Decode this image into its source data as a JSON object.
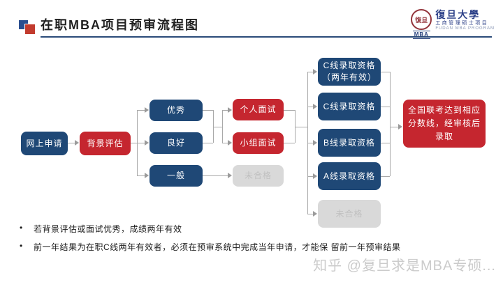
{
  "slide": {
    "title": "在职MBA项目预审流程图",
    "logo": {
      "seal_text": "復旦",
      "mba_label": "MBA",
      "university_name": "復旦大學",
      "program_name_cn": "工商管理硕士项目",
      "program_name_en": "FUDAN MBA PROGRAM"
    },
    "flowchart": {
      "apply": "网上申请",
      "background_eval": "背景评估",
      "excellent": "优秀",
      "good": "良好",
      "average": "一般",
      "personal_interview": "个人面试",
      "group_interview": "小组面试",
      "not_qualified_mid": "未合格",
      "c_line_two_year_line1": "C线录取资格",
      "c_line_two_year_line2": "（两年有效）",
      "c_line": "C线录取资格",
      "b_line": "B线录取资格",
      "a_line": "A线录取资格",
      "not_qualified_right": "未合格",
      "final_admission": "全国联考达到相应分数线，经审核后录取"
    },
    "notes": [
      "若背景评估或面试优秀，成绩两年有效",
      "前一年结果为在职C线两年有效者，必须在预审系统中完成当年申请，才能保 留前一年预审结果"
    ],
    "watermark": "知乎 @复旦求是MBA专硕...",
    "colors": {
      "navy_box": "#1F4876",
      "red_box": "#C5262F",
      "gray_box": "#D9D9D9",
      "gray_box_text": "#C0C0C0",
      "connector": "#A9A9A9",
      "title_rule": "#2A4A78"
    }
  }
}
